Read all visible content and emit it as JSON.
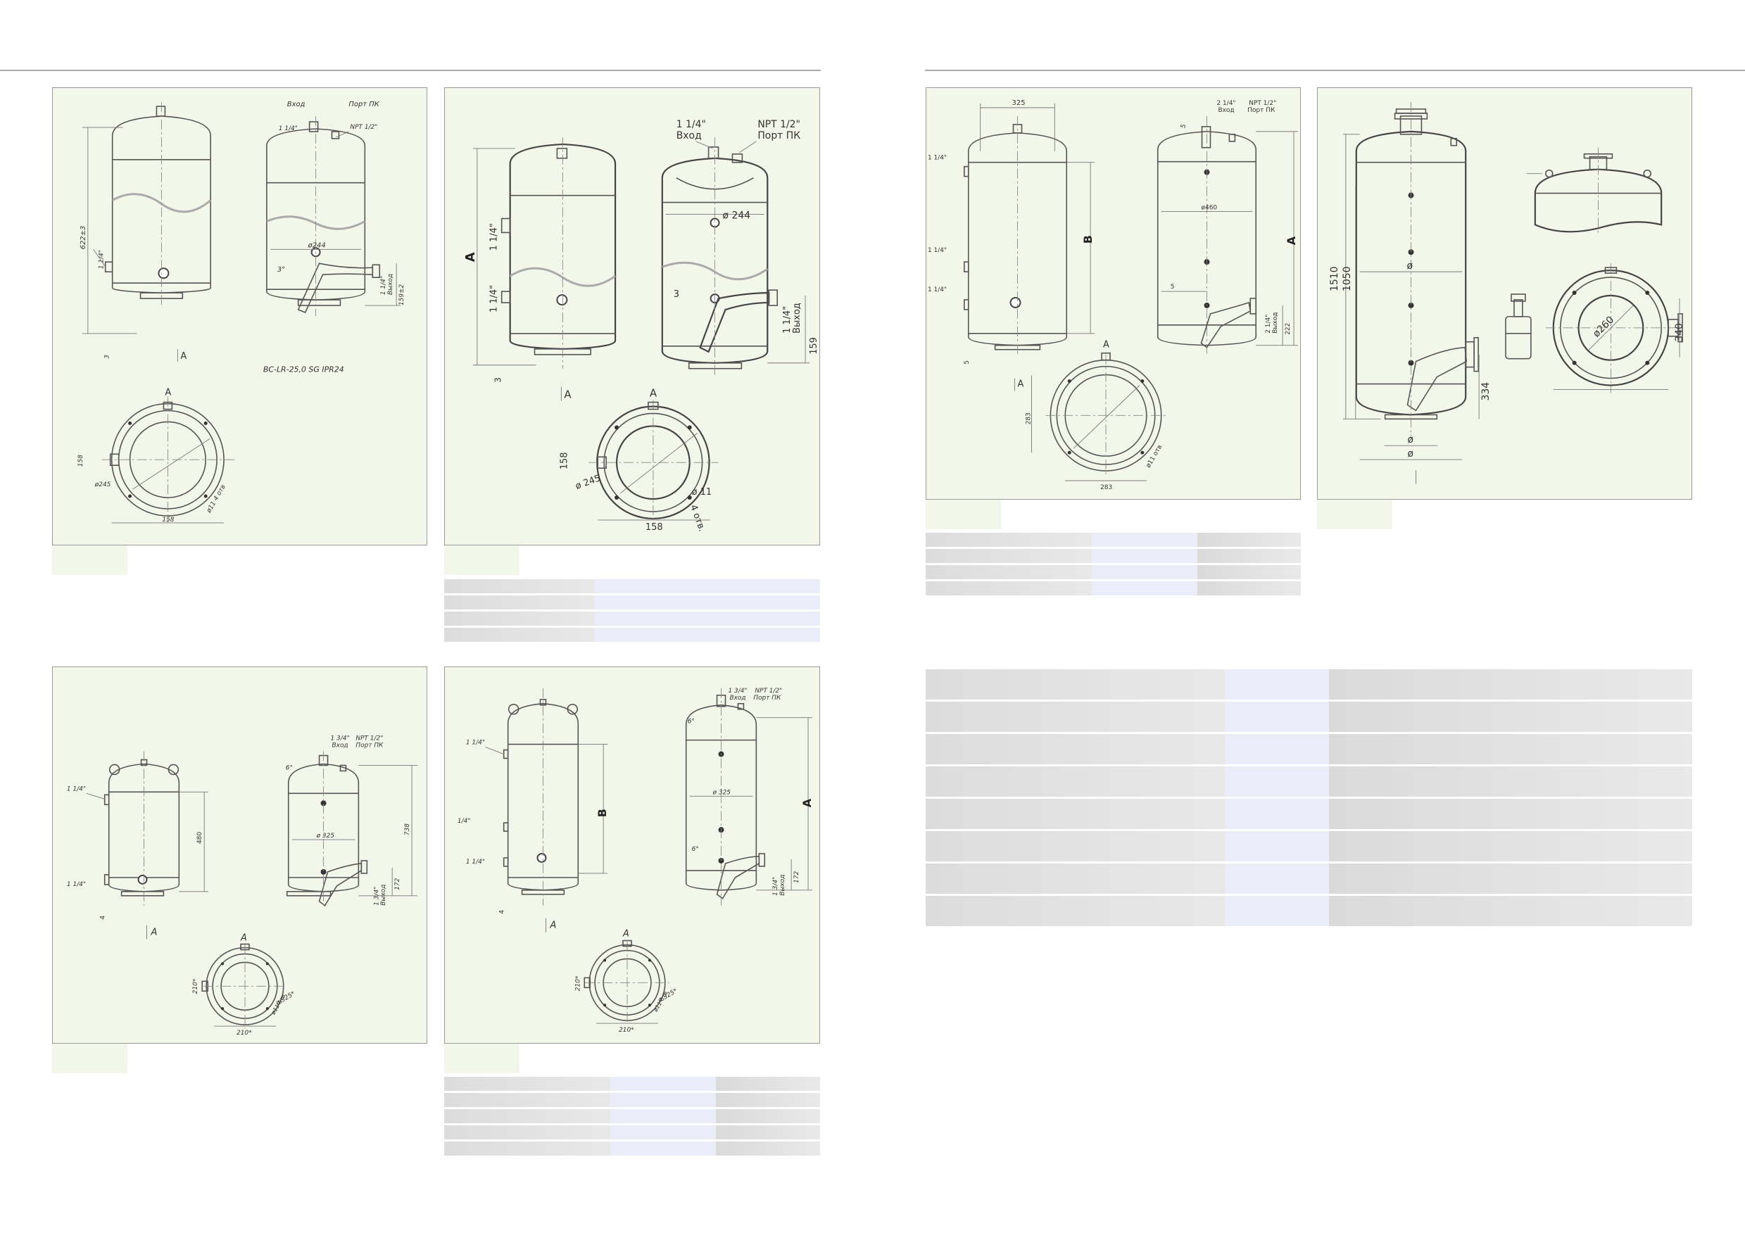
{
  "drawings": {
    "d1": {
      "inlet": "Вход",
      "port": "Порт ПК",
      "npt": "NPT 1/2\"",
      "pipe_a": "1 1/4\"",
      "pipe_b": "1 1/4\"",
      "pipe_c": "1 1/4\"",
      "outlet": "Выход",
      "height": "622±3",
      "dia_inner": "ø244",
      "angle": "3°",
      "h_outlet": "159±2",
      "gap": "3",
      "view": "A",
      "view_top": "A",
      "model": "BC-LR-25,0 SG IPR24",
      "side": "158",
      "pcd": "ø245",
      "holes": "ø11 4 отв",
      "bottom": "158"
    },
    "d2": {
      "inlet_size": "1 1/4\"",
      "inlet": "Вход",
      "npt": "NPT 1/2\"",
      "port": "Порт ПК",
      "dia": "ø 244",
      "a": "A",
      "pipe1": "1 1/4\"",
      "pipe2": "1 1/4\"",
      "three": "3",
      "outlet_size": "1 1/4\"",
      "outlet": "Выход",
      "h159": "159",
      "gap": "3",
      "view": "A",
      "view_top": "A",
      "side": "158",
      "pcd": "ø 245",
      "holes": "ø 11",
      "holes2": "4 отв.",
      "bottom": "158"
    },
    "d3": {
      "top": "325",
      "p1": "1 1/4\"",
      "p2": "1 1/4\"",
      "p3": "1 1/4\"",
      "b": "B",
      "inlet_size": "2 1/4\"",
      "inlet": "Вход",
      "npt": "NPT 1/2\"",
      "port": "Порт ПК",
      "five": "5",
      "dia": "ø460",
      "a": "A",
      "five2": "5",
      "outlet_size": "2 1/4\"",
      "outlet": "Выход",
      "h222": "222",
      "gap": "5",
      "view": "A",
      "view_top": "A",
      "side": "283",
      "holes": "ø11 отв",
      "bottom": "283"
    },
    "d4": {
      "h1510": "1510",
      "h1050": "1050",
      "dia": "ø",
      "h334": "334",
      "d260": "ø260",
      "w340": "340",
      "b1": "ø",
      "b2": "ø"
    },
    "d5": {
      "p1": "1 1/4\"",
      "p2": "1 1/4\"",
      "h480": "480",
      "inlet_size": "1 3/4\"",
      "inlet": "Вход",
      "npt": "NPT 1/2\"",
      "port": "Порт ПК",
      "deg": "6°",
      "dia": "ø 325",
      "h738": "738",
      "outlet_size": "1 3/4\"",
      "outlet": "Выход",
      "h172": "172",
      "gap": "4",
      "view": "A",
      "view_top": "A",
      "side": "210*",
      "pcd": "ø 325*",
      "holes": "ø11 отв",
      "bottom": "210*"
    },
    "d6": {
      "p1": "1 1/4\"",
      "p2": "1/4\"",
      "p3": "1 1/4\"",
      "b": "B",
      "inlet_size": "1 3/4\"",
      "inlet": "Вход",
      "npt": "NPT 1/2\"",
      "port": "Порт ПК",
      "deg": "6°",
      "dia": "ø 325",
      "a": "A",
      "deg2": "6°",
      "outlet_size": "1 3/4\"",
      "outlet": "Выход",
      "h172": "172",
      "gap": "4",
      "view": "A",
      "view_top": "A",
      "side": "210*",
      "pcd": "ø 325*",
      "holes": "ø11 отв",
      "bottom": "210*"
    }
  }
}
